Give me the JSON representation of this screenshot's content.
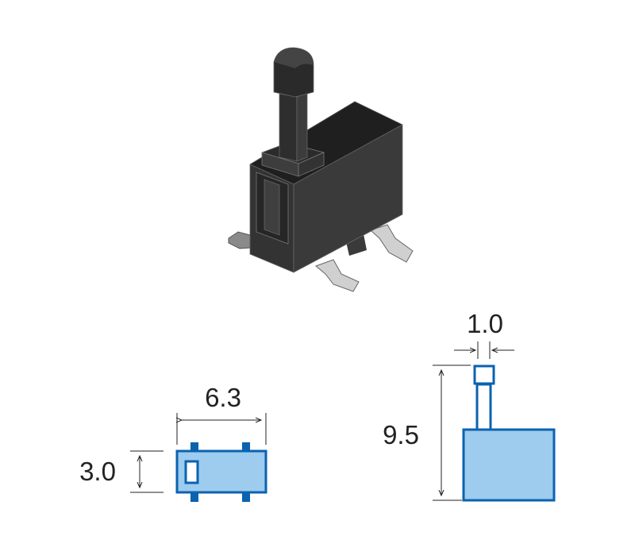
{
  "product": {
    "name": "switch-3d-render"
  },
  "dimensions": {
    "width": "6.3",
    "depth": "3.0",
    "height": "9.5",
    "lever_width": "1.0"
  },
  "colors": {
    "fill": "#9dccef",
    "stroke": "#0b62b0",
    "body": "#2a2a2a",
    "metal": "#c8c8c8"
  }
}
